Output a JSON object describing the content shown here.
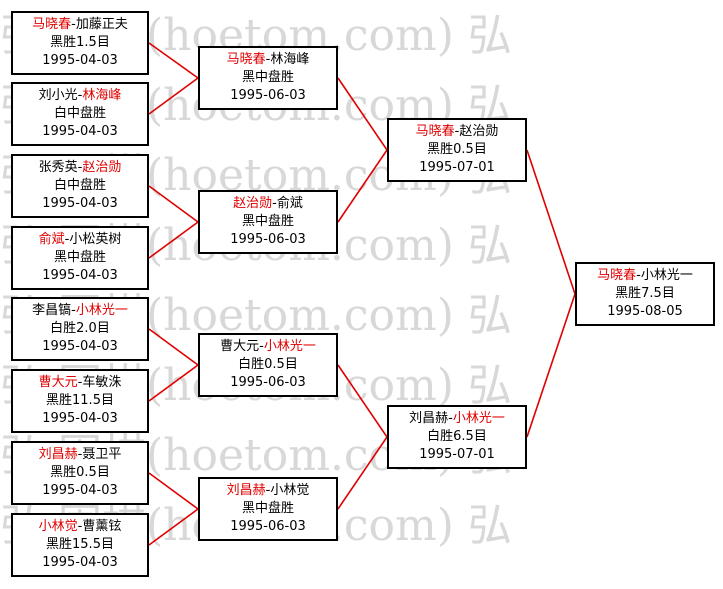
{
  "watermark": "弘 围棋(hoetom.com) 弘",
  "colors": {
    "winner": "#e00000",
    "line": "#e00000",
    "border": "#000000",
    "watermark": "#d8d8d8"
  },
  "round1": [
    {
      "p1": "马晓春",
      "p2": "加藤正夫",
      "winner": 1,
      "result": "黑胜1.5目",
      "date": "1995-04-03"
    },
    {
      "p1": "刘小光",
      "p2": "林海峰",
      "winner": 2,
      "result": "白中盘胜",
      "date": "1995-04-03"
    },
    {
      "p1": "张秀英",
      "p2": "赵治勋",
      "winner": 2,
      "result": "白中盘胜",
      "date": "1995-04-03"
    },
    {
      "p1": "俞斌",
      "p2": "小松英树",
      "winner": 1,
      "result": "黑中盘胜",
      "date": "1995-04-03"
    },
    {
      "p1": "李昌镐",
      "p2": "小林光一",
      "winner": 2,
      "result": "白胜2.0目",
      "date": "1995-04-03"
    },
    {
      "p1": "曹大元",
      "p2": "车敏洙",
      "winner": 1,
      "result": "黑胜11.5目",
      "date": "1995-04-03"
    },
    {
      "p1": "刘昌赫",
      "p2": "聂卫平",
      "winner": 1,
      "result": "黑胜0.5目",
      "date": "1995-04-03"
    },
    {
      "p1": "小林觉",
      "p2": "曹薰铉",
      "winner": 1,
      "result": "黑胜15.5目",
      "date": "1995-04-03"
    }
  ],
  "round2": [
    {
      "p1": "马晓春",
      "p2": "林海峰",
      "winner": 1,
      "result": "黑中盘胜",
      "date": "1995-06-03"
    },
    {
      "p1": "赵治勋",
      "p2": "俞斌",
      "winner": 1,
      "result": "黑中盘胜",
      "date": "1995-06-03"
    },
    {
      "p1": "曹大元",
      "p2": "小林光一",
      "winner": 2,
      "result": "白胜0.5目",
      "date": "1995-06-03"
    },
    {
      "p1": "刘昌赫",
      "p2": "小林觉",
      "winner": 1,
      "result": "黑中盘胜",
      "date": "1995-06-03"
    }
  ],
  "round3": [
    {
      "p1": "马晓春",
      "p2": "赵治勋",
      "winner": 1,
      "result": "黑胜0.5目",
      "date": "1995-07-01"
    },
    {
      "p1": "刘昌赫",
      "p2": "小林光一",
      "winner": 2,
      "result": "白胜6.5目",
      "date": "1995-07-01"
    }
  ],
  "final": [
    {
      "p1": "马晓春",
      "p2": "小林光一",
      "winner": 1,
      "result": "黑胜7.5目",
      "date": "1995-08-05"
    }
  ]
}
